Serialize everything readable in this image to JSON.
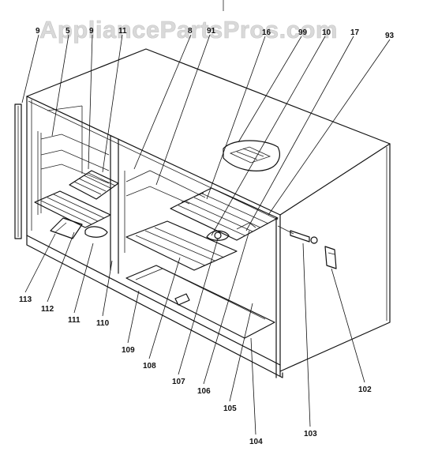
{
  "watermark": "AppliancePartsPros.com",
  "callouts": {
    "top_9_left": "9",
    "top_5": "5",
    "top_9_mid": "9",
    "top_11": "11",
    "top_8": "8",
    "top_91": "91",
    "top_16": "16",
    "top_99": "99",
    "top_10": "10",
    "top_17": "17",
    "top_93": "93",
    "b_113": "113",
    "b_112": "112",
    "b_111": "111",
    "b_110": "110",
    "b_109": "109",
    "b_108": "108",
    "b_107": "107",
    "b_106": "106",
    "b_105": "105",
    "b_104": "104",
    "b_103": "103",
    "b_102": "102"
  }
}
